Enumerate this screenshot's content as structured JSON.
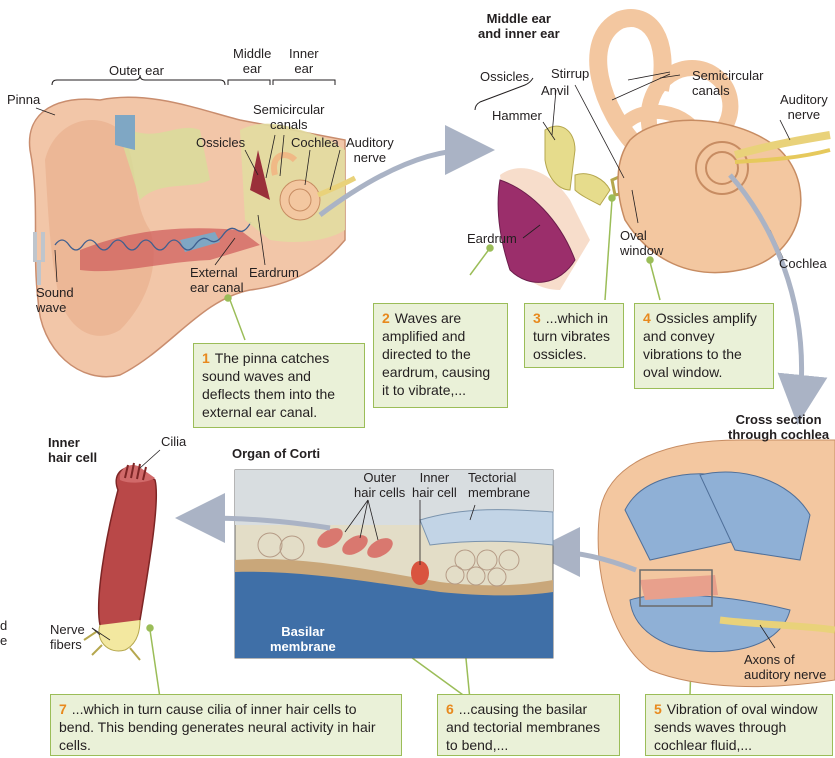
{
  "section_titles": {
    "middle_inner_ear": "Middle ear\nand inner ear",
    "cross_section": "Cross section\nthrough cochlea",
    "inner_hair_cell": "Inner\nhair cell",
    "organ_of_corti": "Organ of Corti"
  },
  "labels": {
    "outer_ear": "Outer ear",
    "middle_ear": "Middle\near",
    "inner_ear": "Inner\near",
    "pinna": "Pinna",
    "semicircular_canals_1": "Semicircular\ncanals",
    "ossicles_1": "Ossicles",
    "cochlea_1": "Cochlea",
    "auditory_nerve_1": "Auditory\nnerve",
    "sound_wave": "Sound\nwave",
    "external_ear_canal": "External\near canal",
    "eardrum_1": "Eardrum",
    "ossicles_2": "Ossicles",
    "stirrup": "Stirrup",
    "anvil": "Anvil",
    "hammer": "Hammer",
    "semicircular_canals_2": "Semicircular\ncanals",
    "auditory_nerve_2": "Auditory\nnerve",
    "eardrum_2": "Eardrum",
    "oval_window": "Oval\nwindow",
    "cochlea_2": "Cochlea",
    "cilia": "Cilia",
    "outer_hair_cells": "Outer\nhair cells",
    "inner_hair_cell_label": "Inner\nhair cell",
    "tectorial_membrane": "Tectorial\nmembrane",
    "basilar_membrane": "Basilar\nmembrane",
    "nerve_fibers": "Nerve\nfibers",
    "axons": "Axons of\nauditory nerve",
    "edge_fragment": "d\ne"
  },
  "steps": [
    {
      "num": "1",
      "text": "The pinna catches sound waves and deflects them into the external ear canal."
    },
    {
      "num": "2",
      "text": "Waves are amplified and directed to the eardrum, causing it to vibrate,..."
    },
    {
      "num": "3",
      "text": "...which in turn vibrates ossicles."
    },
    {
      "num": "4",
      "text": "Ossicles amplify and convey vibrations to the oval window."
    },
    {
      "num": "5",
      "text": "Vibration of oval window sends waves through cochlear fluid,..."
    },
    {
      "num": "6",
      "text": "...causing the basilar and tectorial membranes to bend,..."
    },
    {
      "num": "7",
      "text": "...which in turn cause cilia of inner hair cells to bend. This bending generates neural activity in hair cells."
    }
  ],
  "colors": {
    "callout_fill": "#eaf1d8",
    "callout_border": "#9bbd58",
    "step_number": "#e8891d",
    "skin": "#f0c3a4",
    "bone": "#e9dfa8",
    "cochlea": "#f3c7a0",
    "arrow": "#aab3c5"
  }
}
